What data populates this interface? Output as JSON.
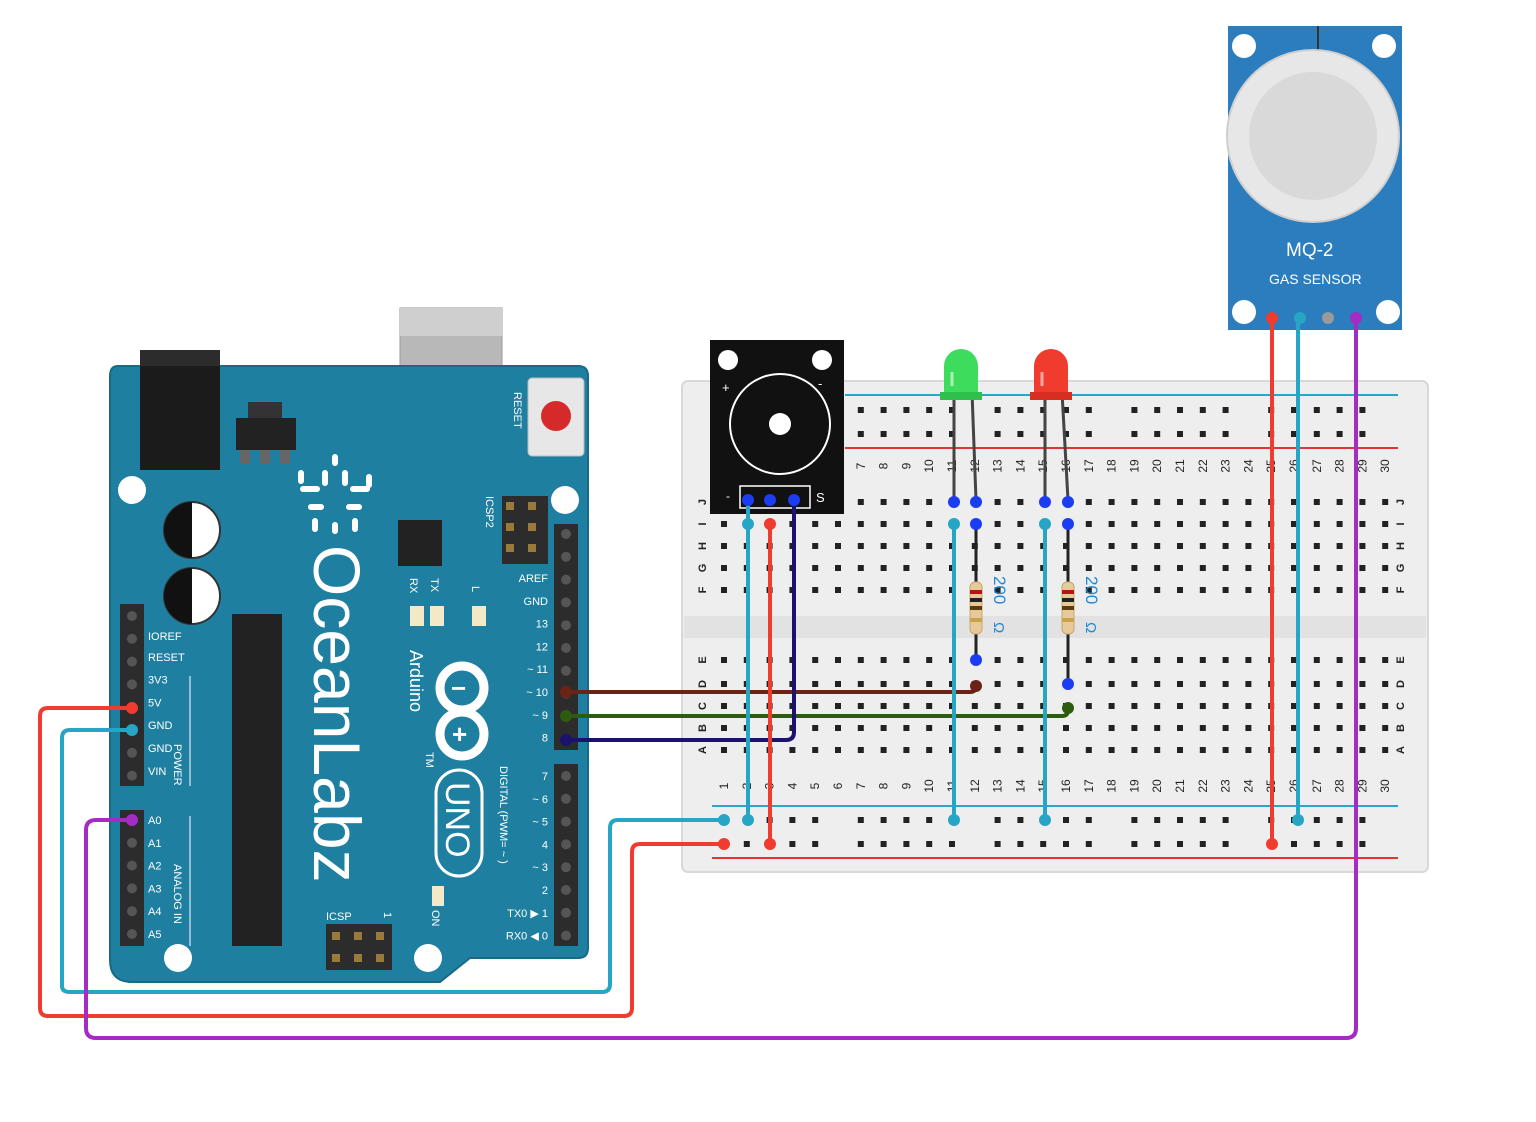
{
  "colors": {
    "board": "#1f7fa0",
    "board_edge": "#196a86",
    "wire_red": "#f03c2e",
    "wire_cyan": "#26a6c4",
    "wire_purple": "#a42bc4",
    "wire_brown": "#6b2316",
    "wire_green": "#2d5c10",
    "wire_navy": "#1b1270",
    "sensor_blue": "#2b7dbd",
    "breadboard": "#eeeeee",
    "rail_red": "#e33",
    "rail_blue": "#2aa6c8"
  },
  "arduino": {
    "brand": "OceanLabz",
    "sub": "Arduino",
    "model": "UNO",
    "tm": "TM",
    "reset": "RESET",
    "icsp2": "ICSP2",
    "icsp": "ICSP",
    "icsp_pin1": "1",
    "on": "ON",
    "rx": "RX",
    "tx": "TX",
    "l": "L",
    "power": "POWER",
    "analog_in": "ANALOG IN",
    "digital": "DIGITAL (PWM= ~ )",
    "power_pins": [
      "IOREF",
      "RESET",
      "3V3",
      "5V",
      "GND",
      "GND",
      "VIN"
    ],
    "analog_pins": [
      "A0",
      "A1",
      "A2",
      "A3",
      "A4",
      "A5"
    ],
    "digital_top": [
      "AREF",
      "GND",
      "13",
      "12",
      "~ 11",
      "~ 10",
      "~ 9",
      "8"
    ],
    "digital_bottom": [
      "7",
      "~ 6",
      "~ 5",
      "4",
      "~ 3",
      "2",
      "TX0 ▶ 1",
      "RX0 ◀ 0"
    ]
  },
  "buzzer": {
    "plus": "+",
    "minus": "-",
    "s": "S",
    "pin_minus": "-"
  },
  "resistors": [
    {
      "value": "200",
      "unit": "Ω"
    },
    {
      "value": "200",
      "unit": "Ω"
    }
  ],
  "sensor": {
    "name": "MQ-2",
    "subtitle": "GAS SENSOR"
  },
  "breadboard": {
    "columns": [
      "1",
      "2",
      "3",
      "4",
      "5",
      "6",
      "7",
      "8",
      "9",
      "10",
      "11",
      "12",
      "13",
      "14",
      "15",
      "16",
      "17",
      "18",
      "19",
      "20",
      "21",
      "22",
      "23",
      "24",
      "25",
      "26",
      "27",
      "28",
      "29",
      "30"
    ],
    "rows_top": [
      "J",
      "I",
      "H",
      "G",
      "F"
    ],
    "rows_bottom": [
      "E",
      "D",
      "C",
      "B",
      "A"
    ]
  },
  "wires": [
    {
      "id": "5v-to-bottom-rail",
      "color": "red"
    },
    {
      "id": "gnd-to-bottom-rail",
      "color": "cyan"
    },
    {
      "id": "a0-to-sensor-aout",
      "color": "purple"
    },
    {
      "id": "pin10-to-green-led",
      "color": "brown"
    },
    {
      "id": "pin9-to-red-led",
      "color": "green"
    },
    {
      "id": "pin8-to-buzzer",
      "color": "navy"
    },
    {
      "id": "sensor-vcc-to-rail",
      "color": "red"
    },
    {
      "id": "sensor-gnd-to-rail",
      "color": "cyan"
    }
  ]
}
